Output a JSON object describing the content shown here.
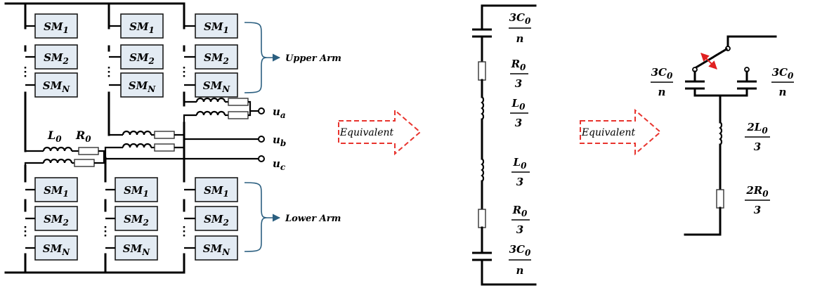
{
  "diagram": {
    "submodules": {
      "sm1": {
        "main": "SM",
        "sub": "1"
      },
      "sm2": {
        "main": "SM",
        "sub": "2"
      },
      "smN": {
        "main": "SM",
        "sub": "N"
      }
    },
    "arm_labels": {
      "upper": "Upper Arm",
      "lower": "Lower Arm"
    },
    "inductor_label": {
      "main": "L",
      "sub": "0"
    },
    "resistor_label": {
      "main": "R",
      "sub": "0"
    },
    "outputs": [
      {
        "main": "u",
        "sub": "a"
      },
      {
        "main": "u",
        "sub": "b"
      },
      {
        "main": "u",
        "sub": "c"
      }
    ],
    "arrow_text": "Equivalent",
    "middle_labels": {
      "cap_num": {
        "main": "3C",
        "sub": "0"
      },
      "cap_den": "n",
      "res_num": {
        "main": "R",
        "sub": "0"
      },
      "res_den": "3",
      "ind_num": {
        "main": "L",
        "sub": "0"
      },
      "ind_den": "3"
    },
    "right_labels": {
      "cap_num": {
        "main": "3C",
        "sub": "0"
      },
      "cap_den": "n",
      "ind_num": {
        "main": "2L",
        "sub": "0"
      },
      "ind_den": "3",
      "res_num": {
        "main": "2R",
        "sub": "0"
      },
      "res_den": "3"
    },
    "colors": {
      "submodule_fill": "#e3ebf3",
      "brace": "#2b5f80",
      "equivalent_arrow": "#e8342e",
      "switch_arrow": "#e02020"
    }
  }
}
